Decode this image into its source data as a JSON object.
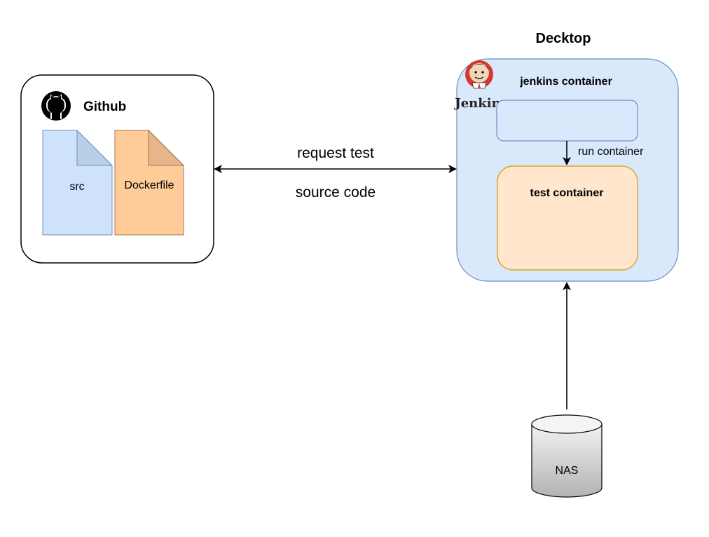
{
  "github": {
    "title": "Github",
    "files": [
      "src",
      "Dockerfile"
    ]
  },
  "arrow_labels": {
    "top": "request test",
    "bottom": "source code"
  },
  "desktop": {
    "title": "Decktop"
  },
  "jenkins": {
    "logo_text": "Jenkins",
    "container_label": "jenkins container"
  },
  "run_label": "run container",
  "test_container": {
    "label": "test container"
  },
  "nas": {
    "label": "NAS"
  },
  "colors": {
    "desktop_fill": "#dae8fc",
    "desktop_stroke": "#6c8ebf",
    "src_fill": "#cfe2fb",
    "src_fold": "#b9cfe8",
    "docker_fill": "#ffcc99",
    "docker_fold": "#e8b48a",
    "test_fill": "#ffe6cc",
    "test_stroke": "#d6a625",
    "nas_fill": "#c8c8c8"
  }
}
